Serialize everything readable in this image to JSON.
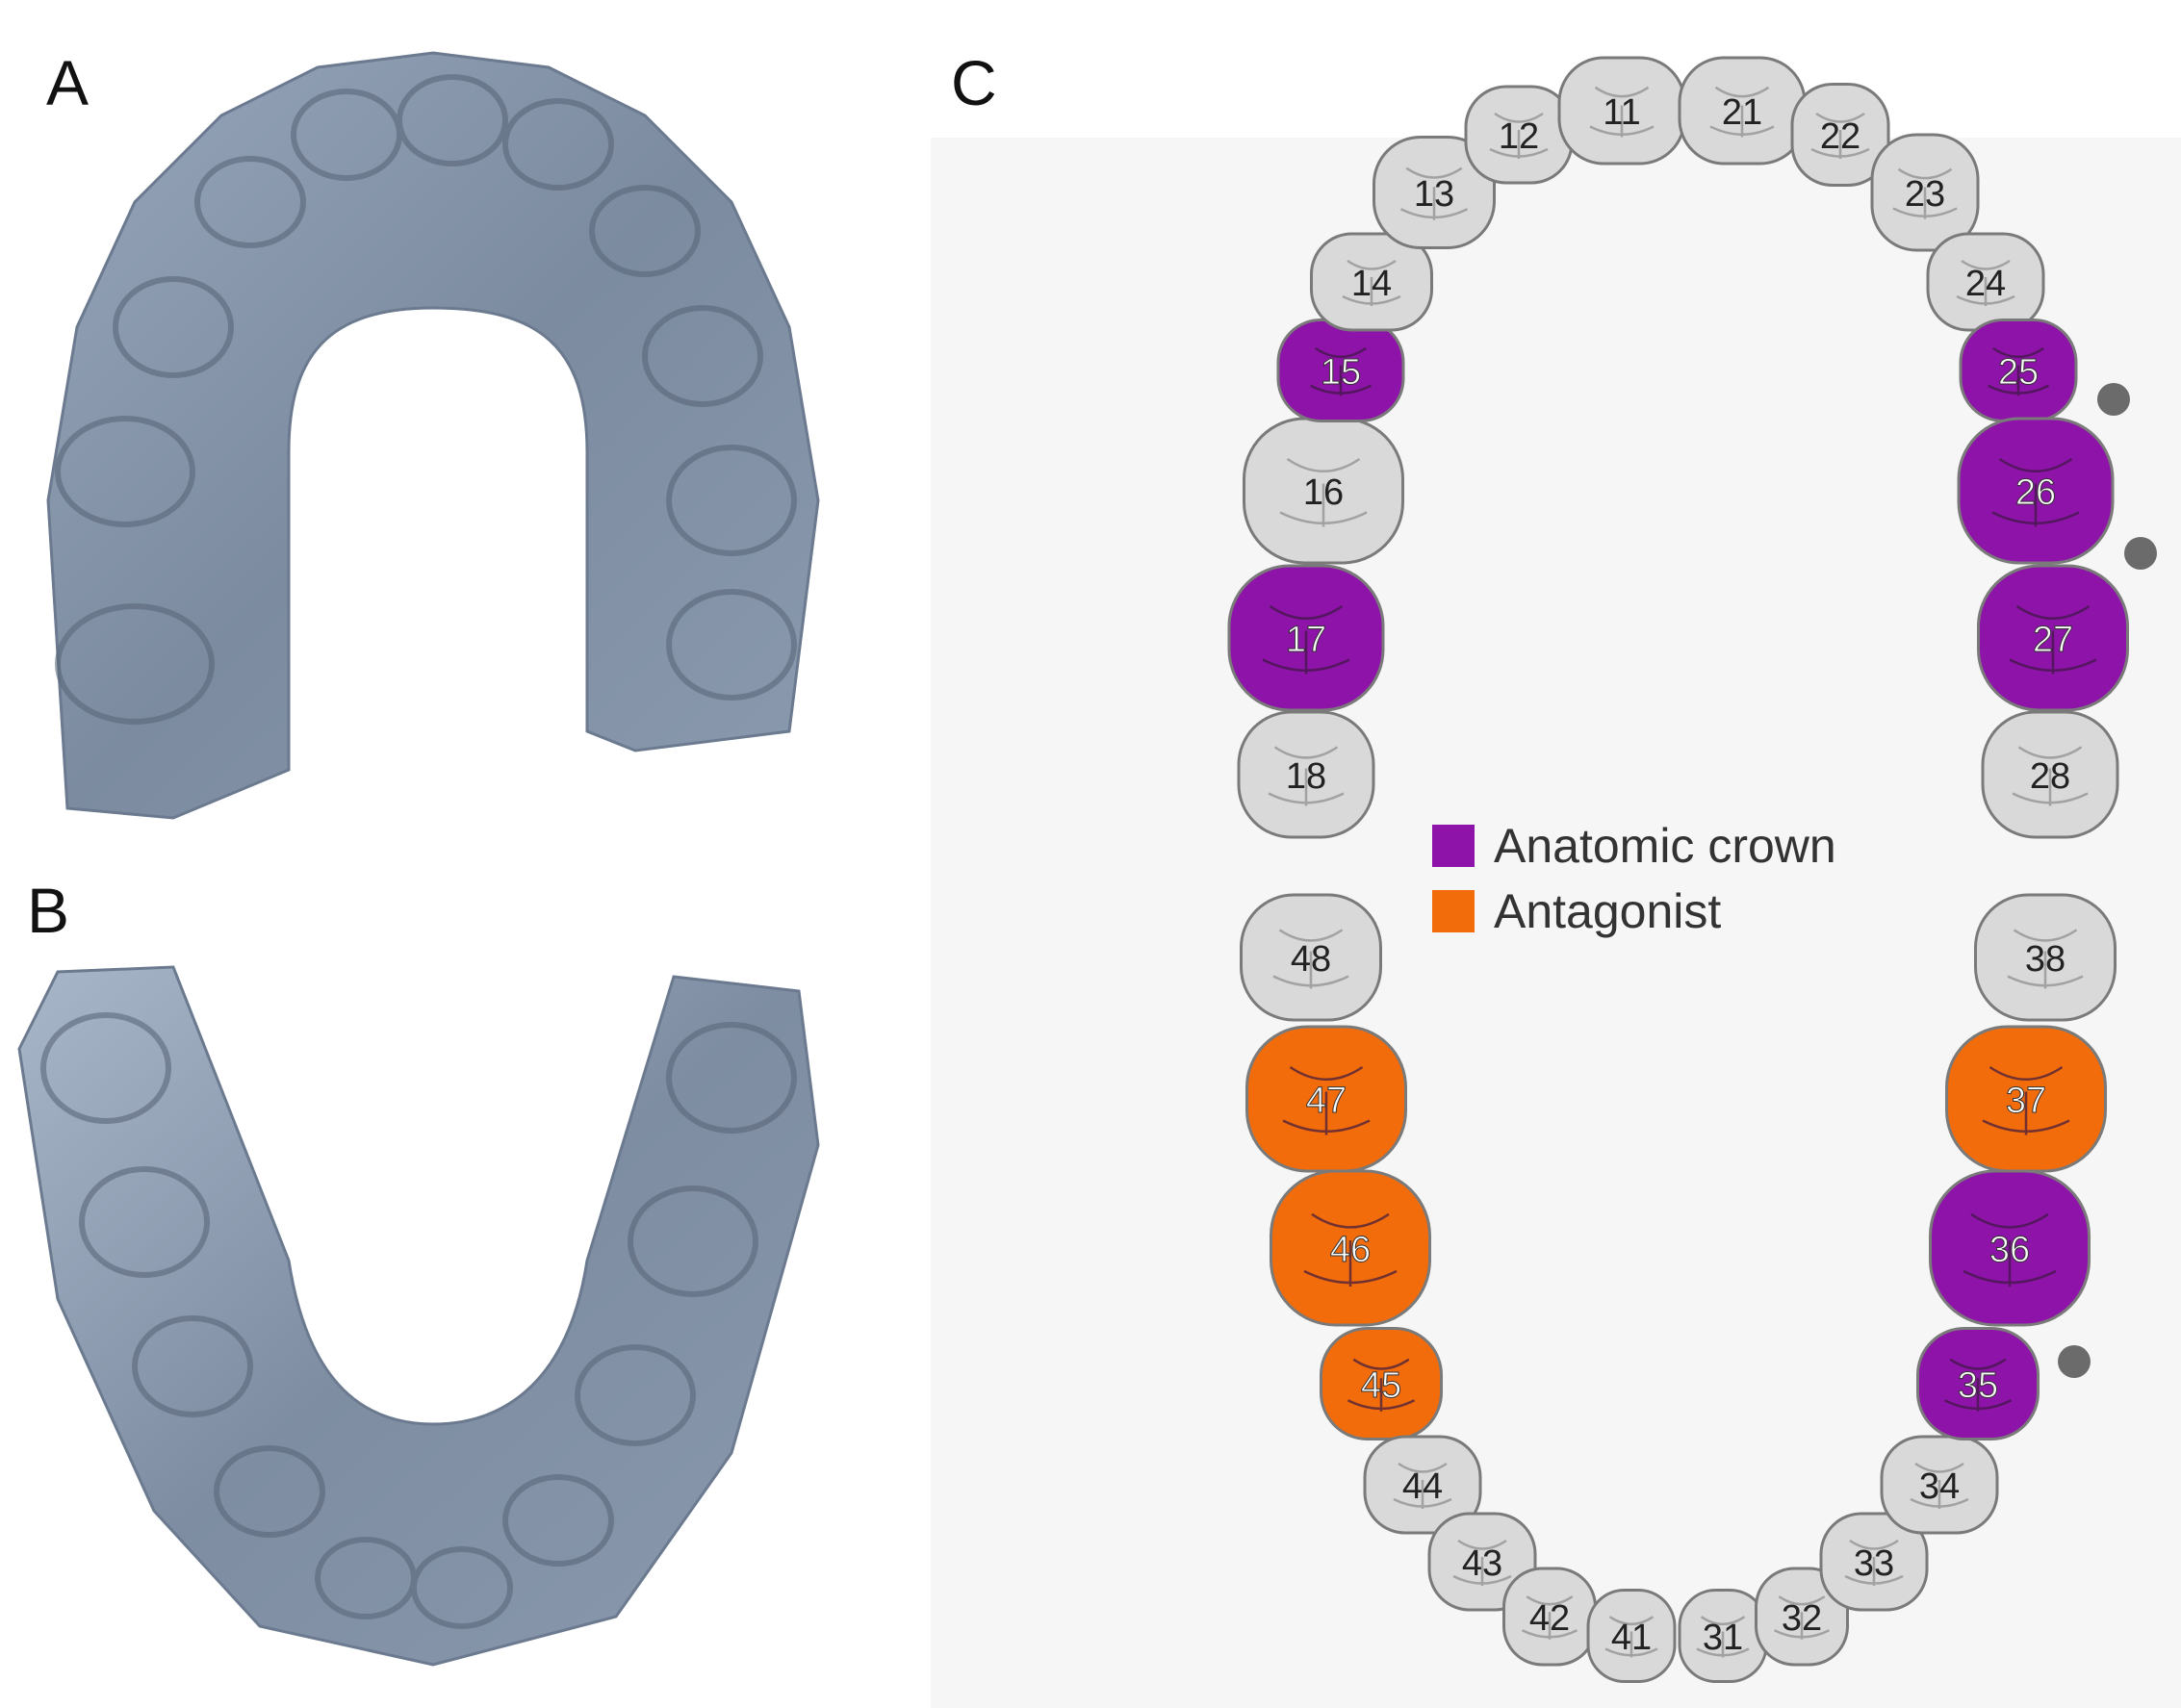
{
  "panels": {
    "a": "A",
    "b": "B",
    "c": "C"
  },
  "colors": {
    "crown": "#8e13a8",
    "antagonist": "#f26c0c",
    "normal": "#d9d9d9",
    "outline": "#7a7a7a",
    "scan": "#7f8ea3",
    "dot": "#6b6b6b"
  },
  "legend": [
    {
      "label": "Anatomic crown",
      "color": "#8e13a8"
    },
    {
      "label": "Antagonist",
      "color": "#f26c0c"
    }
  ],
  "teeth": [
    {
      "id": "18",
      "status": "normal"
    },
    {
      "id": "17",
      "status": "crown"
    },
    {
      "id": "16",
      "status": "normal"
    },
    {
      "id": "15",
      "status": "crown"
    },
    {
      "id": "14",
      "status": "normal"
    },
    {
      "id": "13",
      "status": "normal"
    },
    {
      "id": "12",
      "status": "normal"
    },
    {
      "id": "11",
      "status": "normal"
    },
    {
      "id": "21",
      "status": "normal"
    },
    {
      "id": "22",
      "status": "normal"
    },
    {
      "id": "23",
      "status": "normal"
    },
    {
      "id": "24",
      "status": "normal"
    },
    {
      "id": "25",
      "status": "crown",
      "marker": true
    },
    {
      "id": "26",
      "status": "crown",
      "marker": true
    },
    {
      "id": "27",
      "status": "crown"
    },
    {
      "id": "28",
      "status": "normal"
    },
    {
      "id": "48",
      "status": "normal"
    },
    {
      "id": "47",
      "status": "antagonist"
    },
    {
      "id": "46",
      "status": "antagonist"
    },
    {
      "id": "45",
      "status": "antagonist"
    },
    {
      "id": "44",
      "status": "normal"
    },
    {
      "id": "43",
      "status": "normal"
    },
    {
      "id": "42",
      "status": "normal"
    },
    {
      "id": "41",
      "status": "normal"
    },
    {
      "id": "31",
      "status": "normal"
    },
    {
      "id": "32",
      "status": "normal"
    },
    {
      "id": "33",
      "status": "normal"
    },
    {
      "id": "34",
      "status": "normal"
    },
    {
      "id": "35",
      "status": "crown",
      "marker": true
    },
    {
      "id": "36",
      "status": "crown"
    },
    {
      "id": "37",
      "status": "antagonist"
    },
    {
      "id": "38",
      "status": "normal"
    }
  ]
}
